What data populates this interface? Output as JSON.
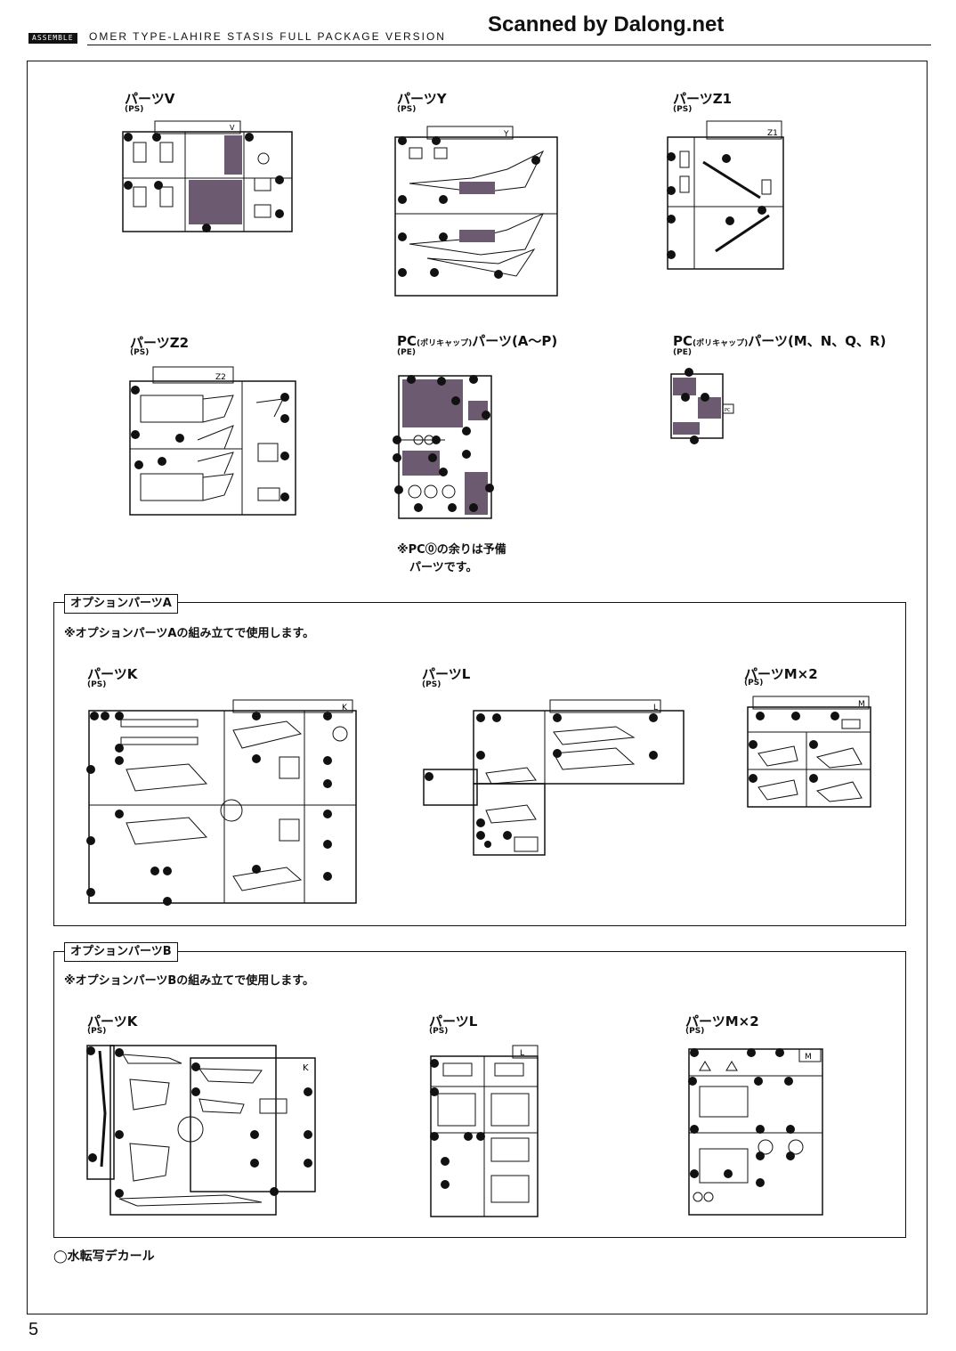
{
  "header": {
    "tag": "ASSEMBLE",
    "title": "OMER TYPE-LAHIRE STASIS FULL PACKAGE VERSION",
    "watermark": "Scanned by Dalong.net"
  },
  "sprues": {
    "V": {
      "label": "パーツV",
      "material": "(PS)",
      "corner": "V"
    },
    "Y": {
      "label": "パーツY",
      "material": "(PS)",
      "corner": "Y"
    },
    "Z1": {
      "label": "パーツZ1",
      "material": "(PS)",
      "corner": "Z1"
    },
    "Z2": {
      "label": "パーツZ2",
      "material": "(PS)",
      "corner": "Z2"
    },
    "PC1": {
      "label_main": "PC",
      "label_small": "(ポリキャップ)",
      "label_tail": "パーツ(A〜P)",
      "material": "(PE)"
    },
    "PC2": {
      "label_main": "PC",
      "label_small": "(ポリキャップ)",
      "label_tail": "パーツ(M、N、Q、R)",
      "material": "(PE)"
    }
  },
  "pc_note": {
    "line1": "※PC⓪の余りは予備",
    "line2": "パーツです。"
  },
  "optionA": {
    "tab": "オプションパーツA",
    "note": "※オプションパーツAの組み立てで使用します。",
    "K": {
      "label": "パーツK",
      "material": "(PS)",
      "corner": "K"
    },
    "L": {
      "label": "パーツL",
      "material": "(PS)",
      "corner": "L"
    },
    "M": {
      "label": "パーツM×2",
      "material": "(PS)",
      "corner": "M"
    }
  },
  "optionB": {
    "tab": "オプションパーツB",
    "note": "※オプションパーツBの組み立てで使用します。",
    "K": {
      "label": "パーツK",
      "material": "(PS)",
      "corner": "K"
    },
    "L": {
      "label": "パーツL",
      "material": "(PS)",
      "corner": "L"
    },
    "M": {
      "label": "パーツM×2",
      "material": "(PS)",
      "corner": "M"
    }
  },
  "decal": "◯水転写デカール",
  "page_number": "5"
}
